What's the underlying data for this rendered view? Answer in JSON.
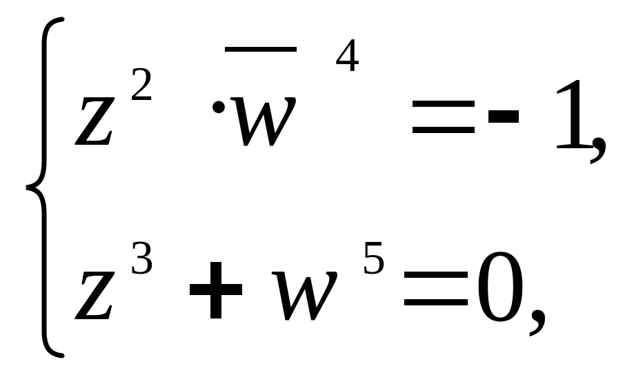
{
  "system": {
    "equation_1": {
      "base_z": "z",
      "exp_z": "2",
      "dot": "·",
      "base_w": "w",
      "exp_w": "4",
      "rhs_number": "1",
      "trailing_comma": ","
    },
    "equation_2": {
      "base_z": "z",
      "exp_z": "3",
      "base_w": "w",
      "exp_w": "5",
      "rhs_number": "0",
      "trailing_comma": ","
    }
  }
}
